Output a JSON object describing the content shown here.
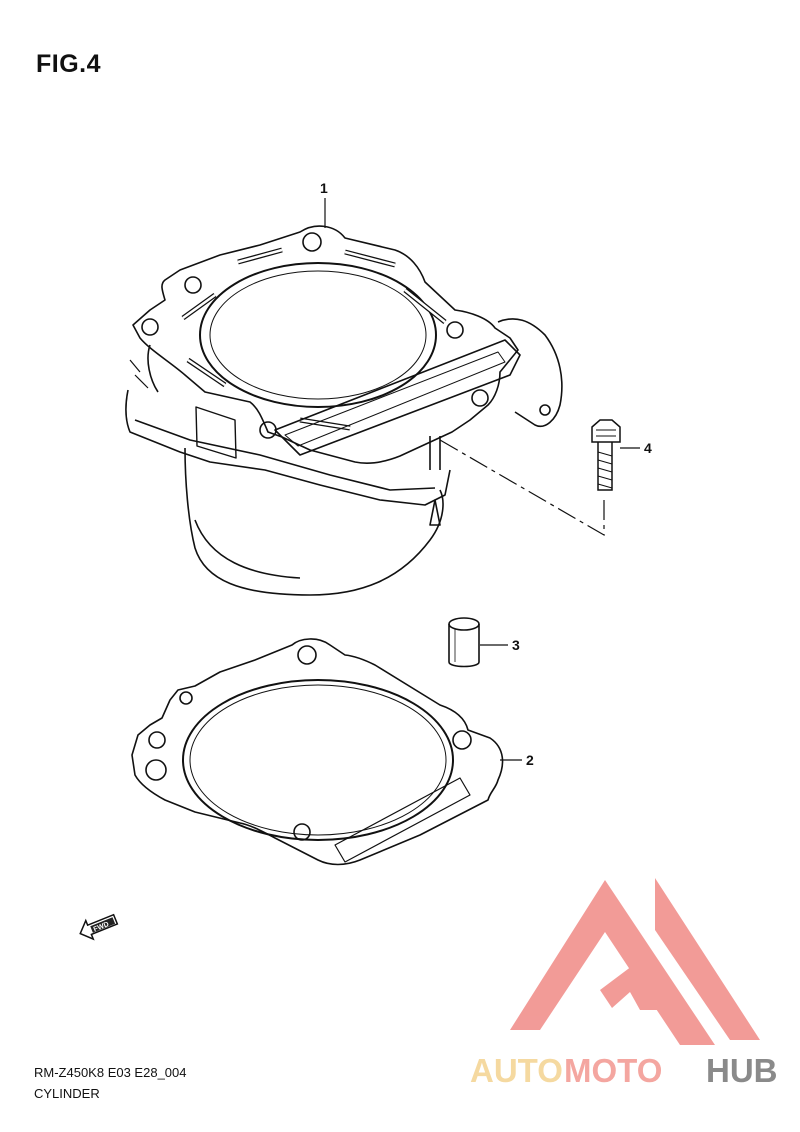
{
  "figure": {
    "title": "FIG.4"
  },
  "callouts": [
    {
      "id": "1",
      "label": "1"
    },
    {
      "id": "2",
      "label": "2"
    },
    {
      "id": "3",
      "label": "3"
    },
    {
      "id": "4",
      "label": "4"
    }
  ],
  "fwd_marker": {
    "label": "FWD"
  },
  "footer": {
    "code": "RM-Z450K8 E03 E28_004",
    "caption": "CYLINDER"
  },
  "watermark": {
    "word1": "AUTO",
    "word2": "MOTO",
    "word3": "HUB",
    "color_auto": "#f5d9a0",
    "color_moto": "#f4a6a0",
    "color_hub": "#8a8a8a",
    "logo_color": "#f08a86"
  }
}
